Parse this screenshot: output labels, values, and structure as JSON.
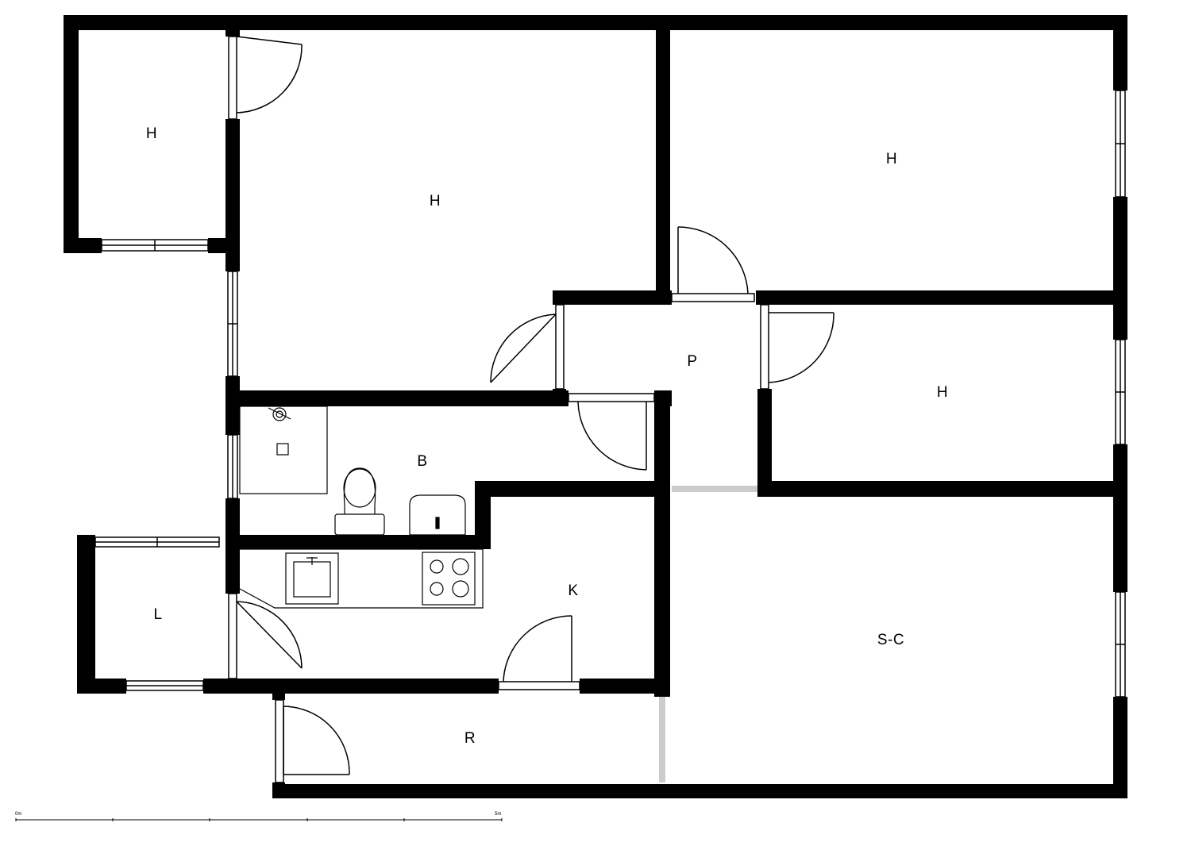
{
  "rooms": [
    {
      "id": "bedroom-small-nw",
      "label": "H"
    },
    {
      "id": "bedroom-large-n",
      "label": "H"
    },
    {
      "id": "bedroom-ne",
      "label": "H"
    },
    {
      "id": "hallway",
      "label": "P"
    },
    {
      "id": "bedroom-e",
      "label": "H"
    },
    {
      "id": "bathroom",
      "label": "B"
    },
    {
      "id": "kitchen",
      "label": "K"
    },
    {
      "id": "laundry",
      "label": "L"
    },
    {
      "id": "living-dining",
      "label": "S-C"
    },
    {
      "id": "storage",
      "label": "R"
    }
  ],
  "scale_bar": {
    "start_label": "0m",
    "end_label": "5m"
  },
  "colors": {
    "wall": "#000000",
    "background": "#ffffff",
    "opening": "#cccccc"
  }
}
